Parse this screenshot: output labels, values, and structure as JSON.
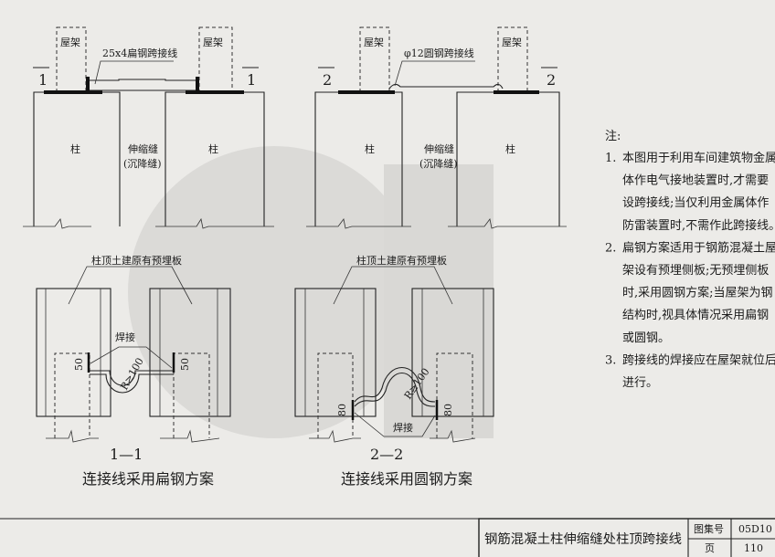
{
  "drawing": {
    "top_left": {
      "roof_truss_label": "屋架",
      "conductor_label": "25x4扁钢跨接线",
      "section_mark": "1",
      "column_label": "柱",
      "joint_label": "伸缩缝",
      "joint_label_alt": "(沉降缝)"
    },
    "top_right": {
      "roof_truss_label": "屋架",
      "conductor_label": "φ12圆钢跨接线",
      "section_mark": "2",
      "column_label": "柱",
      "joint_label": "伸缩缝",
      "joint_label_alt": "(沉降缝)"
    },
    "bottom_left": {
      "plate_label": "柱顶土建原有预埋板",
      "weld_label": "焊接",
      "radius_label": "R≥100",
      "dimension": "50",
      "section_title": "1—1",
      "caption": "连接线采用扁钢方案"
    },
    "bottom_right": {
      "plate_label": "柱顶土建原有预埋板",
      "weld_label": "焊接",
      "radius_label": "R≥100",
      "dimension": "80",
      "section_title": "2—2",
      "caption": "连接线采用圆钢方案"
    }
  },
  "notes": {
    "heading": "注:",
    "lines": [
      {
        "num": "1.",
        "text": "本图用于利用车间建筑物金属"
      },
      {
        "num": "",
        "text": "体作电气接地装置时,才需要"
      },
      {
        "num": "",
        "text": "设跨接线;当仅利用金属体作"
      },
      {
        "num": "",
        "text": "防雷装置时,不需作此跨接线。"
      },
      {
        "num": "2.",
        "text": "扁钢方案适用于钢筋混凝土屋"
      },
      {
        "num": "",
        "text": "架设有预埋侧板;无预埋侧板"
      },
      {
        "num": "",
        "text": "时,采用圆钢方案;当屋架为钢"
      },
      {
        "num": "",
        "text": "结构时,视具体情况采用扁钢"
      },
      {
        "num": "",
        "text": "或圆钢。"
      },
      {
        "num": "3.",
        "text": "跨接线的焊接应在屋架就位后"
      },
      {
        "num": "",
        "text": "进行。"
      }
    ]
  },
  "title_block": {
    "title": "钢筋混凝土柱伸缩缝处柱顶跨接线",
    "atlas_no_label": "图集号",
    "atlas_no": "05D10",
    "page_label": "页",
    "page": "110"
  }
}
